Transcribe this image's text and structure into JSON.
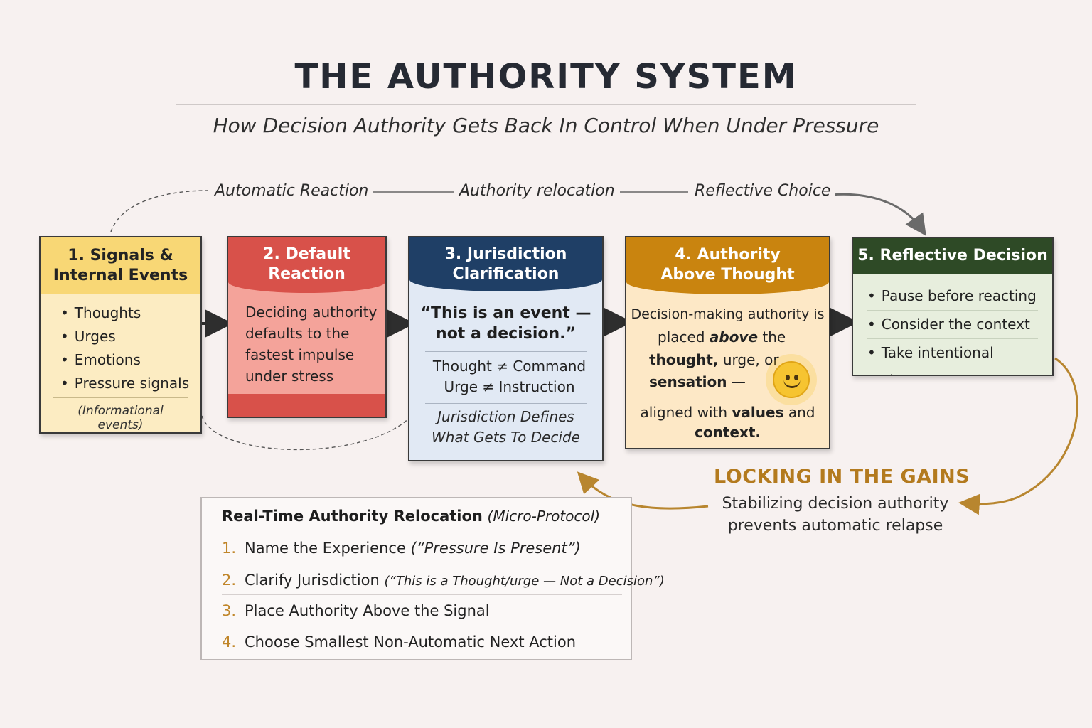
{
  "title": "THE AUTHORITY SYSTEM",
  "subtitle": "How Decision Authority Gets Back In Control When Under Pressure",
  "flow_labels": [
    "Automatic Reaction",
    "Authority relocation",
    "Reflective Choice"
  ],
  "cards": [
    {
      "heading": [
        "1. Signals &",
        "Internal Events"
      ],
      "items": [
        "Thoughts",
        "Urges",
        "Emotions",
        "Pressure signals"
      ],
      "footer": "(Informational events)",
      "color": "#f8d775"
    },
    {
      "heading": [
        "2. Default",
        "Reaction"
      ],
      "body": [
        "Deciding authority",
        "defaults to the",
        "fastest impulse",
        "under stress"
      ],
      "color": "#d8514a"
    },
    {
      "heading": [
        "3. Jurisdiction",
        "Clarification"
      ],
      "quote": [
        "“This is an event —",
        "not a decision.”"
      ],
      "distinctions": [
        "Thought ≠ Command",
        "Urge ≠ Instruction"
      ],
      "note": [
        "Jurisdiction Defines",
        "What Gets To Decide"
      ],
      "color": "#1f3f66"
    },
    {
      "heading": [
        "4. Authority",
        "Above Thought"
      ],
      "line1": "Decision-making authority is",
      "line2_a": "placed ",
      "line2_b": "above",
      "line2_c": " the",
      "line3_a": "thought,",
      "line3_b": " urge, or",
      "line4_a": "sensation",
      "line4_b": " —",
      "line5_a": "aligned with ",
      "line5_b": "values",
      "line5_c": " and",
      "line6": "context.",
      "icon": "smiley-face-icon",
      "color": "#c9840f"
    },
    {
      "heading": [
        "5. Reflective Decision"
      ],
      "items": [
        "Pause before reacting",
        "Consider the context",
        "Take intentional action"
      ],
      "color": "#2e4a26"
    }
  ],
  "gains": {
    "title": "LOCKING IN THE GAINS",
    "text": "Stabilizing decision authority prevents automatic relapse",
    "color": "#b37a1e"
  },
  "protocol": {
    "title": "Real-Time Authority Relocation",
    "title_note": "(Micro-Protocol)",
    "steps": [
      {
        "num": "1.",
        "text": "Name the Experience ",
        "note": "(“Pressure Is Present”)"
      },
      {
        "num": "2.",
        "text": "Clarify Jurisdiction ",
        "note": "(“This is a Thought/urge — Not a Decision”)"
      },
      {
        "num": "3.",
        "text": "Place Authority Above the Signal",
        "note": ""
      },
      {
        "num": "4.",
        "text": "Choose Smallest Non-Automatic Next Action",
        "note": ""
      }
    ]
  }
}
